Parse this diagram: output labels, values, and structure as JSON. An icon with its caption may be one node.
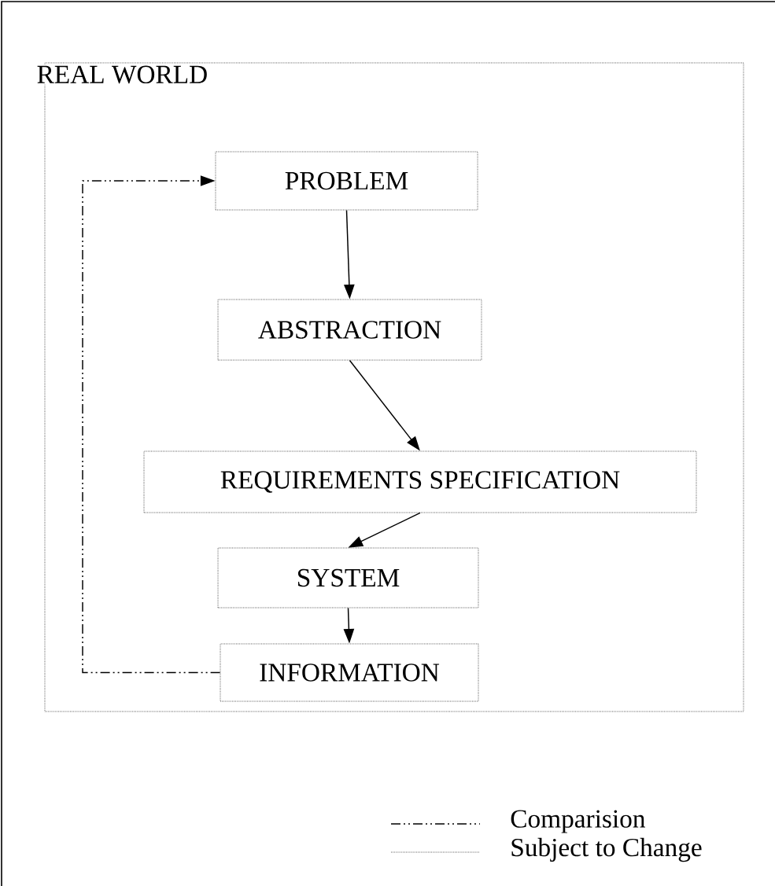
{
  "diagram": {
    "nodes": [
      {
        "text": [
          "REAL WORLD"
        ]
      },
      {
        "text": [
          "PROBLEM"
        ],
        "in": 0
      },
      {
        "text": [
          "ABSTRACTION"
        ],
        "in": 0
      },
      {
        "text": [
          "REQUIREMENTS SPECIFICATION"
        ],
        "in": 0
      },
      {
        "text": [
          "SYSTEM"
        ],
        "in": 0
      },
      {
        "text": [
          "INFORMATION"
        ],
        "in": 0
      }
    ],
    "edges": [
      {
        "from": 1,
        "to": 2,
        "arrow": "to"
      },
      {
        "from": 2,
        "to": 3,
        "arrow": "to"
      },
      {
        "from": 3,
        "to": 4,
        "arrow": "to"
      },
      {
        "from": 4,
        "to": 5,
        "arrow": "to"
      },
      {
        "from": 5,
        "to": 1,
        "arrow": "to",
        "style": "dashed"
      }
    ],
    "legend": [
      {
        "text": "Comparision"
      },
      {
        "text": "Subject to Change"
      }
    ]
  }
}
